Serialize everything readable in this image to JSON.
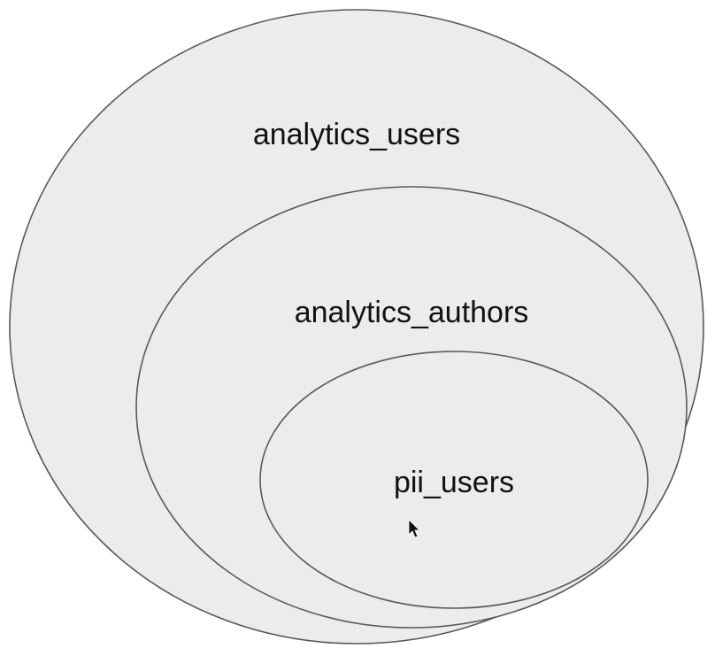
{
  "diagram": {
    "type": "nested-sets",
    "sets": [
      {
        "label": "analytics_users"
      },
      {
        "label": "analytics_authors"
      },
      {
        "label": "pii_users"
      }
    ],
    "colors": {
      "fill": "#ececec",
      "stroke": "#595959",
      "text": "#111111"
    },
    "icons": [
      "mouse-pointer-icon"
    ]
  }
}
